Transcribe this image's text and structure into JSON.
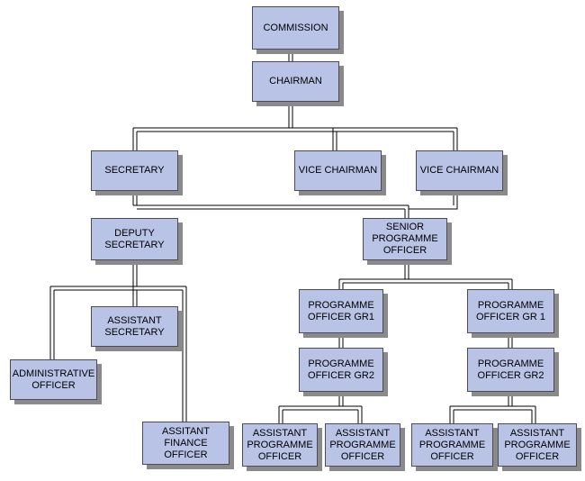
{
  "org_chart": {
    "commission": "COMMISSION",
    "chairman": "CHAIRMAN",
    "secretary": "SECRETARY",
    "vice_chairman_1": "VICE CHAIRMAN",
    "vice_chairman_2": "VICE CHAIRMAN",
    "deputy_secretary": "DEPUTY\nSECRETARY",
    "senior_programme_officer": "SENIOR\nPROGRAMME\nOFFICER",
    "assistant_secretary": "ASSISTANT\nSECRETARY",
    "administrative_officer": "ADMINISTRATIVE\nOFFICER",
    "assitant_finance_officer": "ASSITANT\nFINANCE\nOFFICER",
    "programme_officer_gr1_left": "PROGRAMME\nOFFICER GR1",
    "programme_officer_gr1_right": "PROGRAMME\nOFFICER GR 1",
    "programme_officer_gr2_left": "PROGRAMME\nOFFICER GR2",
    "programme_officer_gr2_right": "PROGRAMME\nOFFICER GR2",
    "assistant_programme_officer_1": "ASSISTANT\nPROGRAMME\nOFFICER",
    "assistant_programme_officer_2": "ASSISTANT\nPROGRAMME\nOFFICER",
    "assistant_programme_officer_3": "ASSISTANT\nPROGRAMME\nOFFICER",
    "assistant_programme_officer_4": "ASSISTANT\nPROGRAMME\nOFFICER"
  },
  "colors": {
    "box_fill": "#b8c3e6",
    "box_border": "#4a4a5a",
    "box_shadow": "#8a8a8a",
    "connector": "#000000"
  }
}
